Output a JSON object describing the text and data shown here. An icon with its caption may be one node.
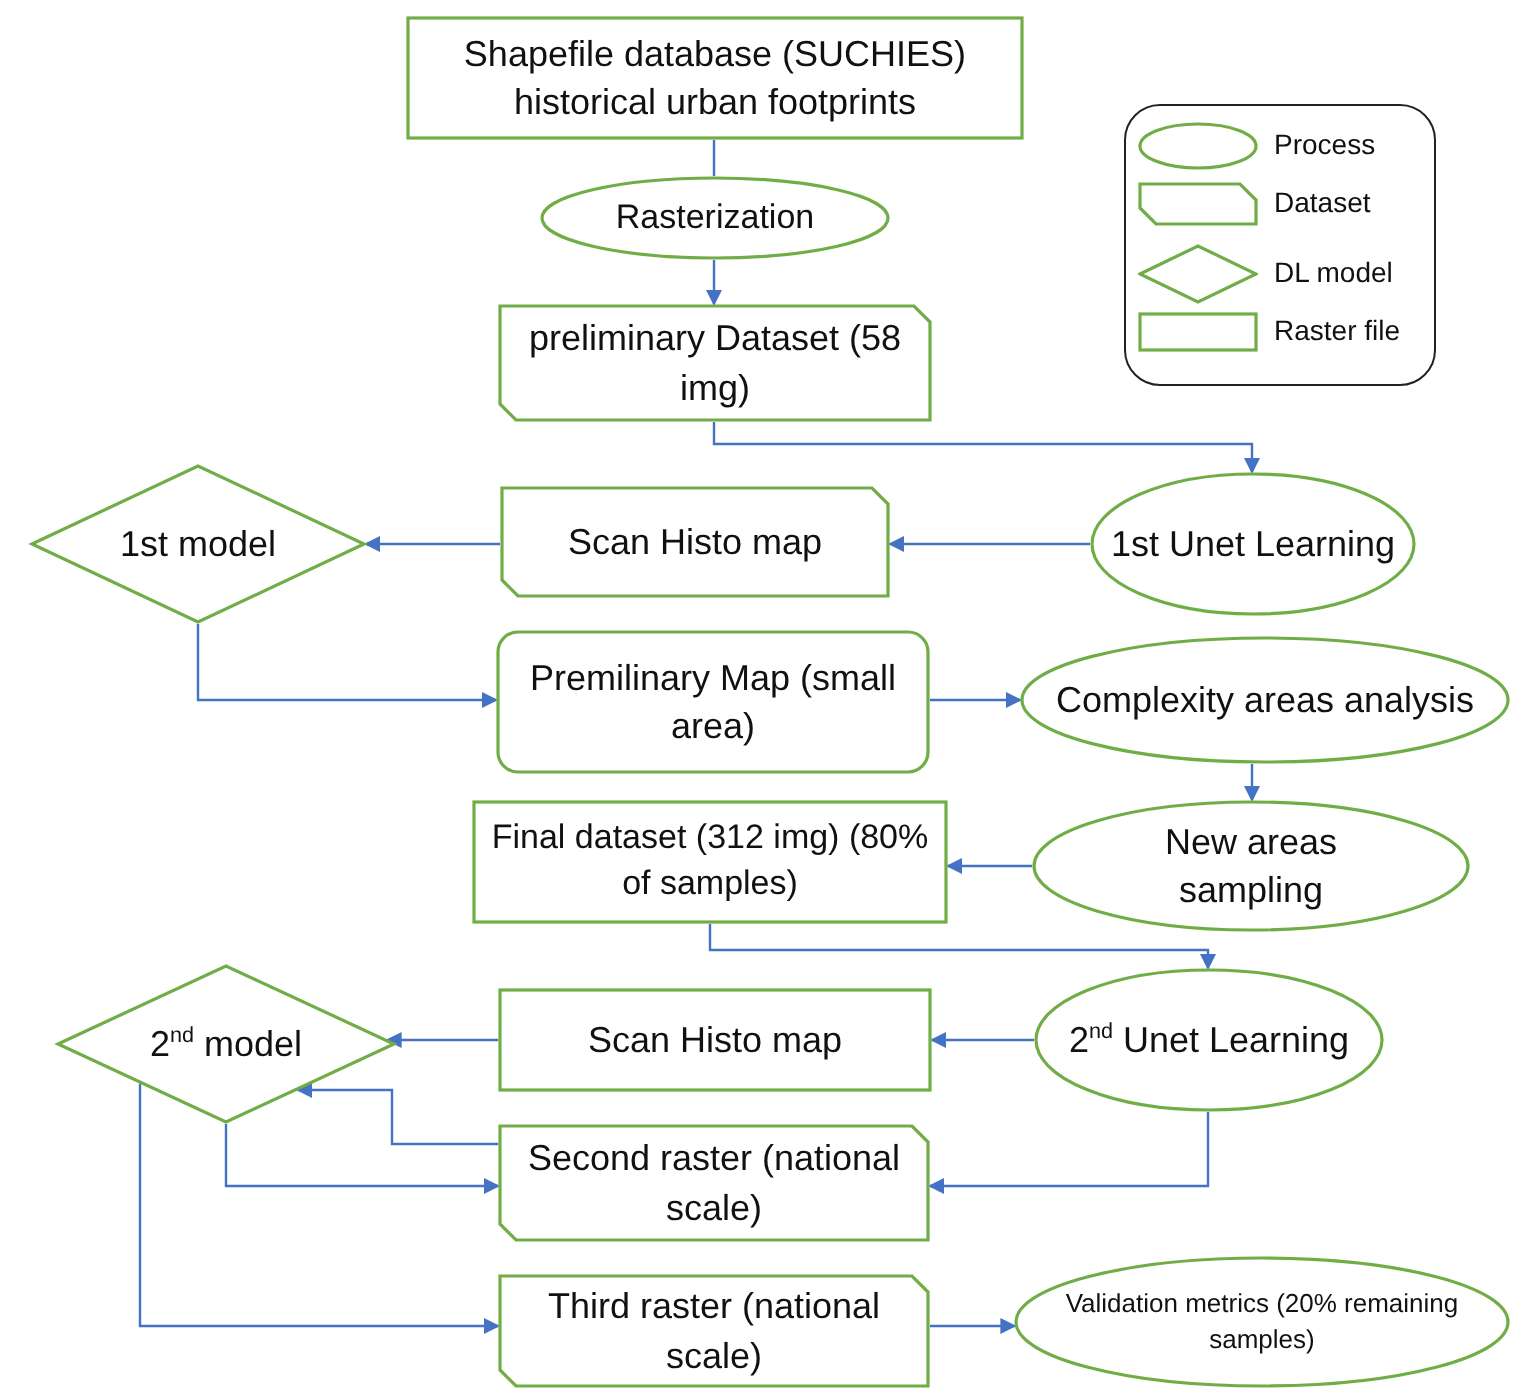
{
  "diagram": {
    "nodes": [
      {
        "text": [
          "Shapefile database (SUCHIES) historical urban footprints"
        ]
      },
      {
        "text": [
          "Rasterization"
        ]
      },
      {
        "text": [
          "preliminary Dataset (58 img)"
        ]
      },
      {
        "text": [
          "1st model"
        ]
      },
      {
        "text": [
          "Scan Histo map"
        ]
      },
      {
        "text": [
          "1st Unet Learning"
        ]
      },
      {
        "text": [
          "Premilinary Map (small area)"
        ]
      },
      {
        "text": [
          "Complexity areas analysis"
        ]
      },
      {
        "text": [
          "Final dataset (312 img) (80% of samples)"
        ]
      },
      {
        "text": [
          "New areas sampling"
        ]
      },
      {
        "text": [
          "2$^{nd}$ model"
        ]
      },
      {
        "text": [
          "Scan Histo map"
        ]
      },
      {
        "text": [
          "2$^{nd}$ Unet Learning"
        ]
      },
      {
        "text": [
          "Second raster (national scale)"
        ]
      },
      {
        "text": [
          "Third raster (national scale)"
        ]
      },
      {
        "text": [
          "Validation metrics (20% remaining samples)"
        ]
      }
    ],
    "edges": [
      {
        "from": 0,
        "to": 1,
        "arrow": "none"
      },
      {
        "from": 1,
        "to": 2,
        "arrow": "to"
      },
      {
        "from": 2,
        "to": 5,
        "arrow": "to"
      },
      {
        "from": 5,
        "to": 4,
        "arrow": "to"
      },
      {
        "from": 4,
        "to": 3,
        "arrow": "to"
      },
      {
        "from": 3,
        "to": 6,
        "arrow": "to"
      },
      {
        "from": 6,
        "to": 7,
        "arrow": "to"
      },
      {
        "from": 7,
        "to": 9,
        "arrow": "to"
      },
      {
        "from": 9,
        "to": 8,
        "arrow": "to"
      },
      {
        "from": 8,
        "to": 12,
        "arrow": "to"
      },
      {
        "from": 12,
        "to": 11,
        "arrow": "to"
      },
      {
        "from": 11,
        "to": 10,
        "arrow": "to"
      },
      {
        "from": 13,
        "to": 10,
        "arrow": "to"
      },
      {
        "from": 10,
        "to": 13,
        "arrow": "to"
      },
      {
        "from": 12,
        "to": 13,
        "arrow": "to"
      },
      {
        "from": 10,
        "to": 14,
        "arrow": "to"
      },
      {
        "from": 14,
        "to": 15,
        "arrow": "to"
      }
    ],
    "legend": [
      {
        "text": "Process"
      },
      {
        "text": "Dataset"
      },
      {
        "text": "DL model"
      },
      {
        "text": "Raster file"
      }
    ]
  }
}
